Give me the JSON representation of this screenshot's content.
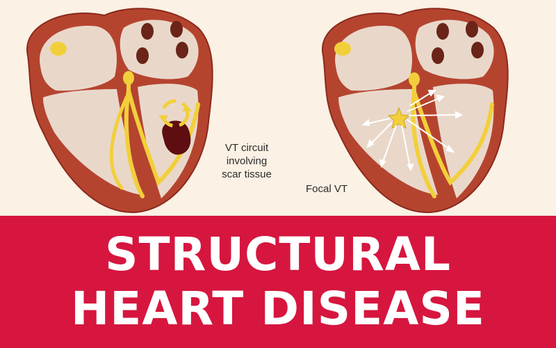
{
  "diagram": {
    "left_heart": {
      "caption_lines": [
        "VT circuit",
        "involving",
        "scar tissue"
      ]
    },
    "right_heart": {
      "caption": "Focal VT"
    }
  },
  "banner": {
    "line1": "STRUCTURAL",
    "line2": "HEART DISEASE",
    "background_color": "#d6163f",
    "text_color": "#ffffff"
  },
  "colors": {
    "myocardium": "#b5442f",
    "chamber_fill": "#e9d8ca",
    "conduction": "#f2cf3a",
    "scar": "#5e0d10",
    "background": "#fbf1e4"
  }
}
